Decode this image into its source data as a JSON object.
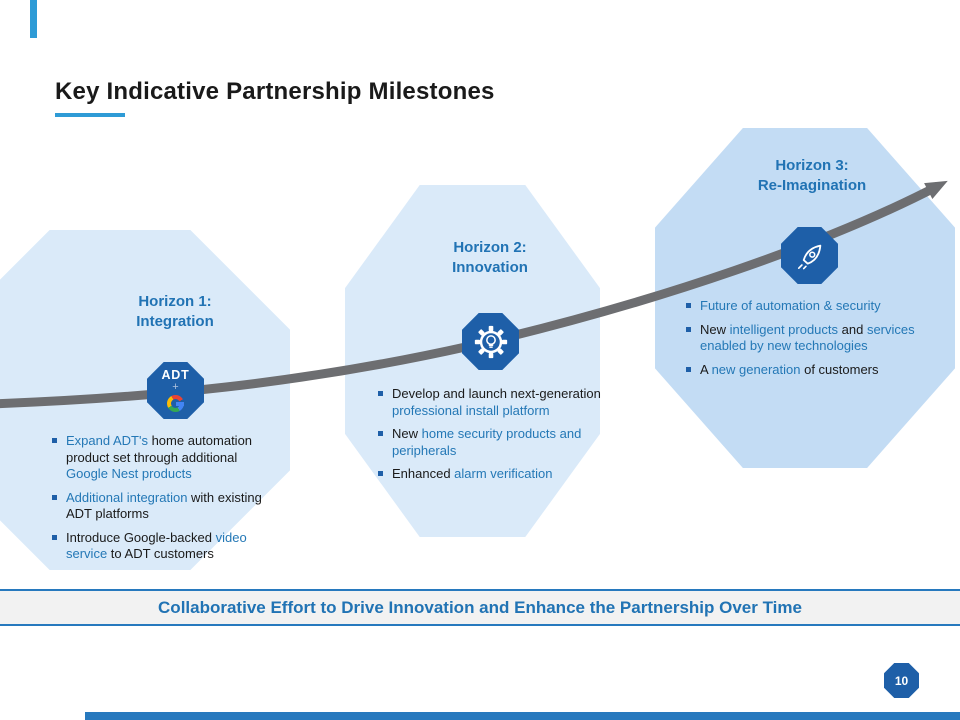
{
  "slide": {
    "title": "Key Indicative Partnership Milestones",
    "banner_text": "Collaborative Effort to Drive Innovation and Enhance the Partnership Over Time",
    "page_number": "10"
  },
  "colors": {
    "accent_blue": "#2478B6",
    "heading_blue": "#2173B4",
    "dark_octagon": "#1E5FA8",
    "light_octagon": "#DAEAF9",
    "medium_octagon": "#C3DCF4",
    "arrow_gray": "#6D6E71",
    "underline_blue": "#2E9BD6",
    "banner_border": "#2779BE",
    "banner_bg": "#F2F2F2"
  },
  "adt_icon": {
    "adt_label": "ADT",
    "plus_label": "+"
  },
  "horizons": [
    {
      "title_line1": "Horizon 1:",
      "title_line2": "Integration",
      "icon": "adt-plus-google",
      "bullets": [
        {
          "segments": [
            {
              "text": "Expand ADT's",
              "accent": true
            },
            {
              "text": " home automation product set through additional ",
              "accent": false
            },
            {
              "text": "Google Nest products",
              "accent": true
            }
          ]
        },
        {
          "segments": [
            {
              "text": "Additional integration",
              "accent": true
            },
            {
              "text": " with existing ADT platforms",
              "accent": false
            }
          ]
        },
        {
          "segments": [
            {
              "text": "Introduce Google-backed ",
              "accent": false
            },
            {
              "text": "video service",
              "accent": true
            },
            {
              "text": " to ADT customers",
              "accent": false
            }
          ]
        }
      ]
    },
    {
      "title_line1": "Horizon 2:",
      "title_line2": "Innovation",
      "icon": "gear-lightbulb",
      "bullets": [
        {
          "segments": [
            {
              "text": "Develop and launch next-generation ",
              "accent": false
            },
            {
              "text": "professional install platform",
              "accent": true
            }
          ]
        },
        {
          "segments": [
            {
              "text": "New ",
              "accent": false
            },
            {
              "text": "home security products and peripherals",
              "accent": true
            }
          ]
        },
        {
          "segments": [
            {
              "text": "Enhanced ",
              "accent": false
            },
            {
              "text": "alarm verification",
              "accent": true
            }
          ]
        }
      ]
    },
    {
      "title_line1": "Horizon 3:",
      "title_line2": "Re-Imagination",
      "icon": "rocket",
      "bullets": [
        {
          "segments": [
            {
              "text": "Future of automation & security",
              "accent": true
            }
          ]
        },
        {
          "segments": [
            {
              "text": "New ",
              "accent": false
            },
            {
              "text": "intelligent products",
              "accent": true
            },
            {
              "text": " and ",
              "accent": false
            },
            {
              "text": "services enabled by new technologies",
              "accent": true
            }
          ]
        },
        {
          "segments": [
            {
              "text": "A ",
              "accent": false
            },
            {
              "text": "new generation",
              "accent": true
            },
            {
              "text": " of customers",
              "accent": false
            }
          ]
        }
      ]
    }
  ]
}
